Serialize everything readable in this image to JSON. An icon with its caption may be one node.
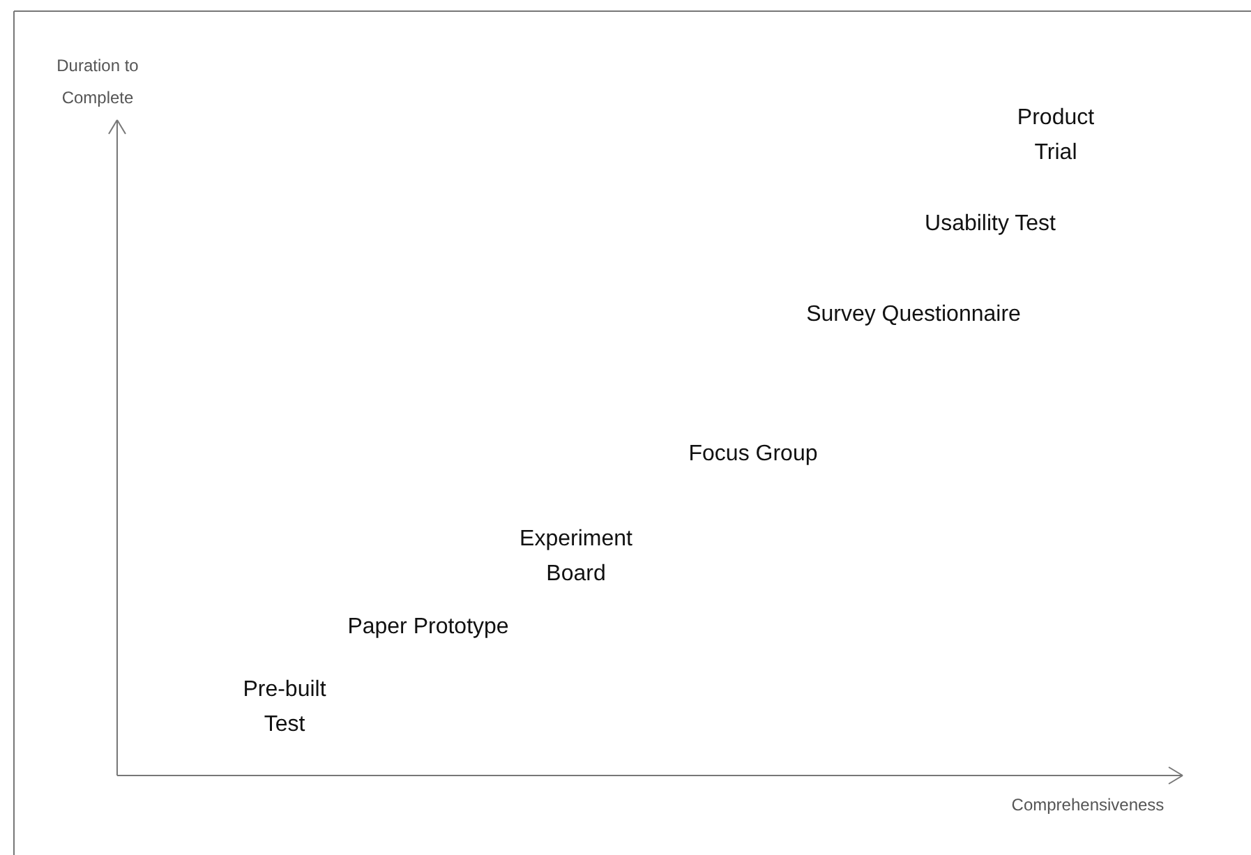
{
  "diagram": {
    "labels": [
      "Duration to Complete",
      "Product Trial",
      "Usability Test",
      "Survey Questionnaire",
      "Focus Group",
      "Experiment Board",
      "Paper Prototype",
      "Pre-built Test",
      "Comprehensiveness"
    ]
  }
}
